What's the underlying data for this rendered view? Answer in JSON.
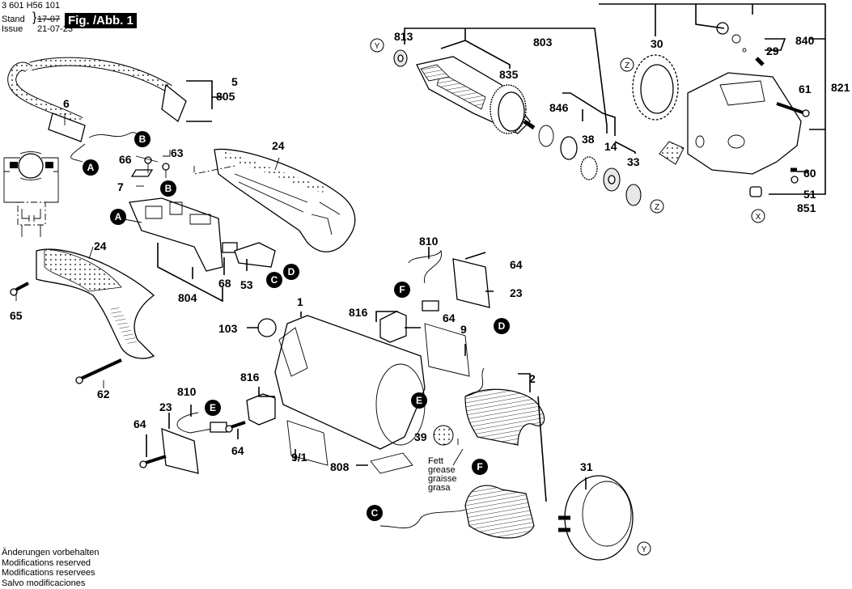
{
  "header": {
    "part_number": "3 601 H56 101",
    "stand_label": "Stand",
    "issue_label": "Issue",
    "old_date": "17-07",
    "issue_date": "21-07-23",
    "figure_label": "Fig. /Abb. 1"
  },
  "footer": {
    "lines": [
      "Änderungen vorbehalten",
      "Modifications reserved",
      "Modifications reservees",
      "Salvo modificaciones"
    ]
  },
  "grease_note": [
    "Fett",
    "grease",
    "graisse",
    "grasa"
  ],
  "connection_markers": [
    "A",
    "B",
    "C",
    "D",
    "E",
    "F"
  ],
  "reference_markers": [
    "X",
    "Y",
    "Z"
  ],
  "part_labels": {
    "p5": "5",
    "p805": "805",
    "p6": "6",
    "p66": "66",
    "p63": "63",
    "p7": "7",
    "p24a": "24",
    "p24b": "24",
    "p804": "804",
    "p68": "68",
    "p53": "53",
    "p65": "65",
    "p62": "62",
    "p813": "813",
    "p803": "803",
    "p835": "835",
    "p846": "846",
    "p38": "38",
    "p14": "14",
    "p33": "33",
    "p30": "30",
    "p840": "840",
    "p29": "29",
    "p821": "821",
    "p61": "61",
    "p60": "60",
    "p51": "51",
    "p851": "851",
    "p810a": "810",
    "p64a": "64",
    "p23a": "23",
    "p816a": "816",
    "p64b": "64",
    "p9": "9",
    "p1": "1",
    "p103": "103",
    "p2": "2",
    "p810b": "810",
    "p816b": "816",
    "p23b": "23",
    "p64c": "64",
    "p64d": "64",
    "p91": "9/1",
    "p808": "808",
    "p39": "39",
    "p31": "31"
  }
}
